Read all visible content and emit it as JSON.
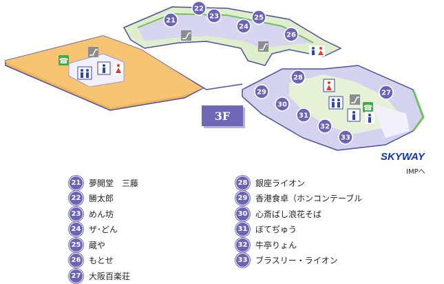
{
  "floor": "3F",
  "skyway": {
    "title": "SKYWAY",
    "subtitle": "IMPへ"
  },
  "colors": {
    "pin": "#6b63b5",
    "orange_floor": "#f4b962",
    "lavender_floor": "#d4d2ef",
    "walkway": "#dfeecb",
    "outline": "#4a4ea0",
    "green_edge": "#6fc15b"
  },
  "icons": [
    "phone-icon",
    "escalator-icon",
    "restroom-icon",
    "female-restroom-icon",
    "male-restroom-icon",
    "accessible-restroom-icon"
  ],
  "stores": [
    {
      "num": "21",
      "name": "夢開堂　三藤"
    },
    {
      "num": "22",
      "name": "勝太郎"
    },
    {
      "num": "23",
      "name": "めん坊"
    },
    {
      "num": "24",
      "name": "ザ･どん"
    },
    {
      "num": "25",
      "name": "蔵や"
    },
    {
      "num": "26",
      "name": "もとせ"
    },
    {
      "num": "27",
      "name": "大阪百楽荘"
    },
    {
      "num": "28",
      "name": "銀座ライオン"
    },
    {
      "num": "29",
      "name": "香港食卓（ホンコンテーブル"
    },
    {
      "num": "30",
      "name": "心斎ばし浪花そば"
    },
    {
      "num": "31",
      "name": "ぼてぢゅう"
    },
    {
      "num": "32",
      "name": "牛亭りょん"
    },
    {
      "num": "33",
      "name": "ブラスリー・ライオン"
    }
  ]
}
